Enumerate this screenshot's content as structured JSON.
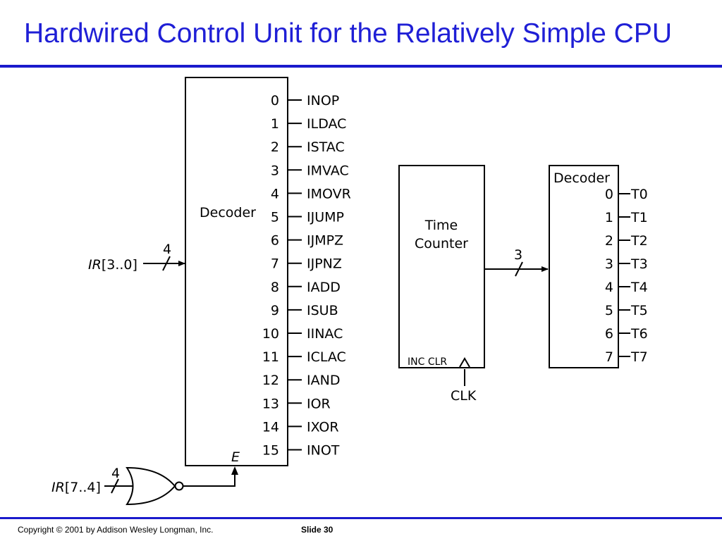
{
  "slide": {
    "title": "Hardwired Control Unit for the Relatively Simple CPU",
    "footer_copyright": "Copyright © 2001 by Addison Wesley Longman, Inc.",
    "footer_slide": "Slide 30",
    "accent_color": "#1f1fd6"
  },
  "diagram": {
    "instruction_decoder": {
      "label": "Decoder",
      "enable_label": "E",
      "input_signal_italic": "IR",
      "input_signal_bits": "[3..0]",
      "input_width": "4",
      "outputs": [
        {
          "index": "0",
          "signal": "INOP"
        },
        {
          "index": "1",
          "signal": "ILDAC"
        },
        {
          "index": "2",
          "signal": "ISTAC"
        },
        {
          "index": "3",
          "signal": "IMVAC"
        },
        {
          "index": "4",
          "signal": "IMOVR"
        },
        {
          "index": "5",
          "signal": "IJUMP"
        },
        {
          "index": "6",
          "signal": "IJMPZ"
        },
        {
          "index": "7",
          "signal": "IJPNZ"
        },
        {
          "index": "8",
          "signal": "IADD"
        },
        {
          "index": "9",
          "signal": "ISUB"
        },
        {
          "index": "10",
          "signal": "IINAC"
        },
        {
          "index": "11",
          "signal": "ICLAC"
        },
        {
          "index": "12",
          "signal": "IAND"
        },
        {
          "index": "13",
          "signal": "IOR"
        },
        {
          "index": "14",
          "signal": "IXOR"
        },
        {
          "index": "15",
          "signal": "INOT"
        }
      ]
    },
    "nor_gate": {
      "input_signal_italic": "IR",
      "input_signal_bits": "[7..4]",
      "input_width": "4"
    },
    "time_counter": {
      "label_line1": "Time",
      "label_line2": "Counter",
      "control_label": "INC CLR",
      "clock_label": "CLK",
      "output_width": "3"
    },
    "time_decoder": {
      "label": "Decoder",
      "outputs": [
        {
          "index": "0",
          "signal": "T0"
        },
        {
          "index": "1",
          "signal": "T1"
        },
        {
          "index": "2",
          "signal": "T2"
        },
        {
          "index": "3",
          "signal": "T3"
        },
        {
          "index": "4",
          "signal": "T4"
        },
        {
          "index": "5",
          "signal": "T5"
        },
        {
          "index": "6",
          "signal": "T6"
        },
        {
          "index": "7",
          "signal": "T7"
        }
      ]
    }
  }
}
